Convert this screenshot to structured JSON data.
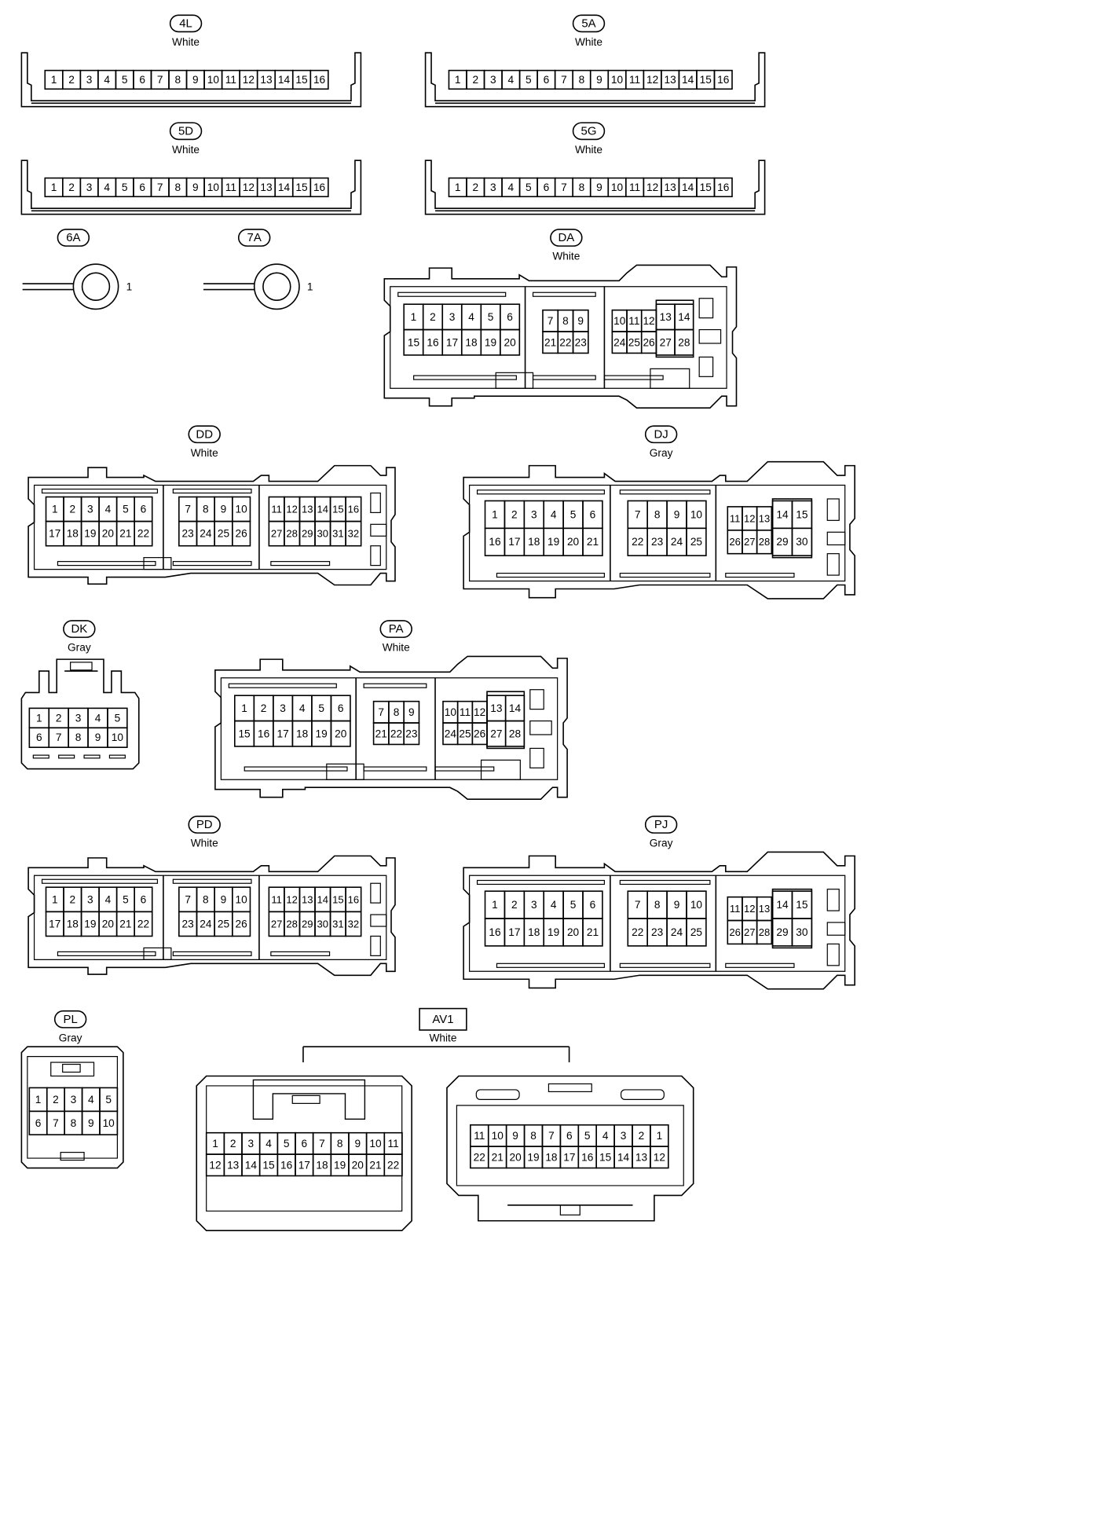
{
  "connectors": [
    {
      "id": "4L",
      "color": "White",
      "pins": [
        "1",
        "2",
        "3",
        "4",
        "5",
        "6",
        "7",
        "8",
        "9",
        "10",
        "11",
        "12",
        "13",
        "14",
        "15",
        "16"
      ]
    },
    {
      "id": "5A",
      "color": "White",
      "pins": [
        "1",
        "2",
        "3",
        "4",
        "5",
        "6",
        "7",
        "8",
        "9",
        "10",
        "11",
        "12",
        "13",
        "14",
        "15",
        "16"
      ]
    },
    {
      "id": "5D",
      "color": "White",
      "pins": [
        "1",
        "2",
        "3",
        "4",
        "5",
        "6",
        "7",
        "8",
        "9",
        "10",
        "11",
        "12",
        "13",
        "14",
        "15",
        "16"
      ]
    },
    {
      "id": "5G",
      "color": "White",
      "pins": [
        "1",
        "2",
        "3",
        "4",
        "5",
        "6",
        "7",
        "8",
        "9",
        "10",
        "11",
        "12",
        "13",
        "14",
        "15",
        "16"
      ]
    },
    {
      "id": "6A",
      "pins": [
        "1"
      ]
    },
    {
      "id": "7A",
      "pins": [
        "1"
      ]
    },
    {
      "id": "DA",
      "color": "White",
      "rows": [
        [
          "1",
          "2",
          "3",
          "4",
          "5",
          "6"
        ],
        [
          "15",
          "16",
          "17",
          "18",
          "19",
          "20"
        ]
      ],
      "mid": [
        [
          "7",
          "8",
          "9"
        ],
        [
          "21",
          "22",
          "23"
        ]
      ],
      "right": [
        [
          "10",
          "11",
          "12"
        ],
        [
          "24",
          "25",
          "26"
        ]
      ],
      "far": [
        [
          "13",
          "14"
        ],
        [
          "27",
          "28"
        ]
      ]
    },
    {
      "id": "DD",
      "color": "White",
      "rows": [
        [
          "1",
          "2",
          "3",
          "4",
          "5",
          "6"
        ],
        [
          "17",
          "18",
          "19",
          "20",
          "21",
          "22"
        ]
      ],
      "mid": [
        [
          "7",
          "8",
          "9",
          "10"
        ],
        [
          "23",
          "24",
          "25",
          "26"
        ]
      ],
      "right": [
        [
          "11",
          "12",
          "13",
          "14",
          "15",
          "16"
        ],
        [
          "27",
          "28",
          "29",
          "30",
          "31",
          "32"
        ]
      ]
    },
    {
      "id": "DJ",
      "color": "Gray",
      "rows": [
        [
          "1",
          "2",
          "3",
          "4",
          "5",
          "6"
        ],
        [
          "16",
          "17",
          "18",
          "19",
          "20",
          "21"
        ]
      ],
      "mid": [
        [
          "7",
          "8",
          "9",
          "10"
        ],
        [
          "22",
          "23",
          "24",
          "25"
        ]
      ],
      "right": [
        [
          "11",
          "12",
          "13"
        ],
        [
          "26",
          "27",
          "28"
        ]
      ],
      "far": [
        [
          "14",
          "15"
        ],
        [
          "29",
          "30"
        ]
      ]
    },
    {
      "id": "DK",
      "color": "Gray",
      "rows": [
        [
          "1",
          "2",
          "3",
          "4",
          "5"
        ],
        [
          "6",
          "7",
          "8",
          "9",
          "10"
        ]
      ]
    },
    {
      "id": "PA",
      "color": "White",
      "rows": [
        [
          "1",
          "2",
          "3",
          "4",
          "5",
          "6"
        ],
        [
          "15",
          "16",
          "17",
          "18",
          "19",
          "20"
        ]
      ],
      "mid": [
        [
          "7",
          "8",
          "9"
        ],
        [
          "21",
          "22",
          "23"
        ]
      ],
      "right": [
        [
          "10",
          "11",
          "12"
        ],
        [
          "24",
          "25",
          "26"
        ]
      ],
      "far": [
        [
          "13",
          "14"
        ],
        [
          "27",
          "28"
        ]
      ]
    },
    {
      "id": "PD",
      "color": "White",
      "rows": [
        [
          "1",
          "2",
          "3",
          "4",
          "5",
          "6"
        ],
        [
          "17",
          "18",
          "19",
          "20",
          "21",
          "22"
        ]
      ],
      "mid": [
        [
          "7",
          "8",
          "9",
          "10"
        ],
        [
          "23",
          "24",
          "25",
          "26"
        ]
      ],
      "right": [
        [
          "11",
          "12",
          "13",
          "14",
          "15",
          "16"
        ],
        [
          "27",
          "28",
          "29",
          "30",
          "31",
          "32"
        ]
      ]
    },
    {
      "id": "PJ",
      "color": "Gray",
      "rows": [
        [
          "1",
          "2",
          "3",
          "4",
          "5",
          "6"
        ],
        [
          "16",
          "17",
          "18",
          "19",
          "20",
          "21"
        ]
      ],
      "mid": [
        [
          "7",
          "8",
          "9",
          "10"
        ],
        [
          "22",
          "23",
          "24",
          "25"
        ]
      ],
      "right": [
        [
          "11",
          "12",
          "13"
        ],
        [
          "26",
          "27",
          "28"
        ]
      ],
      "far": [
        [
          "14",
          "15"
        ],
        [
          "29",
          "30"
        ]
      ]
    },
    {
      "id": "PL",
      "color": "Gray",
      "rows": [
        [
          "1",
          "2",
          "3",
          "4",
          "5"
        ],
        [
          "6",
          "7",
          "8",
          "9",
          "10"
        ]
      ]
    },
    {
      "id": "AV1",
      "color": "White",
      "left": [
        [
          "1",
          "2",
          "3",
          "4",
          "5",
          "6",
          "7",
          "8",
          "9",
          "10",
          "11"
        ],
        [
          "12",
          "13",
          "14",
          "15",
          "16",
          "17",
          "18",
          "19",
          "20",
          "21",
          "22"
        ]
      ],
      "right": [
        [
          "11",
          "10",
          "9",
          "8",
          "7",
          "6",
          "5",
          "4",
          "3",
          "2",
          "1"
        ],
        [
          "22",
          "21",
          "20",
          "19",
          "18",
          "17",
          "16",
          "15",
          "14",
          "13",
          "12"
        ]
      ]
    }
  ]
}
